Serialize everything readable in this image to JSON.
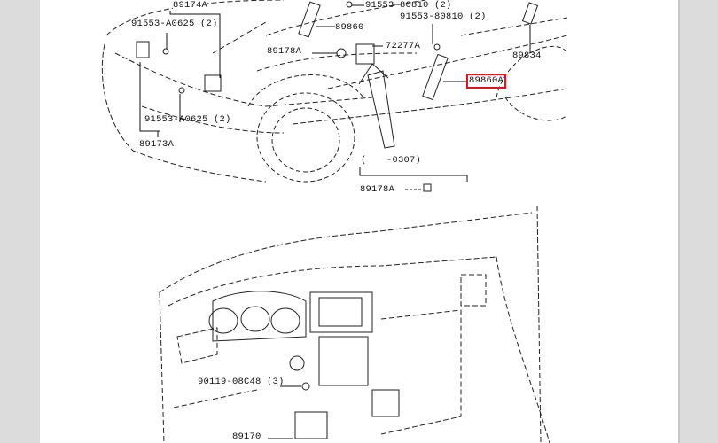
{
  "diagram": {
    "highlight_color": "#e0141e",
    "labels": {
      "p89174A": "89174A",
      "bolt_a0625_top": "91553-A0625 (2)",
      "bolt_80810_top": "91553-80810 (2)",
      "p89860": "89860",
      "bolt_80810_right": "91553-80810 (2)",
      "p89178A_top": "89178A",
      "p72277A": "72277A",
      "p89834": "89834",
      "p89860A": "89860A",
      "bolt_a0625_bottom": "91553-A0625 (2)",
      "p89173A": "89173A",
      "date_range": "( -0307)",
      "p89178A_bottom": "89178A",
      "screw_08c48": "90119-08C48 (3)",
      "p89170": "89170"
    }
  }
}
